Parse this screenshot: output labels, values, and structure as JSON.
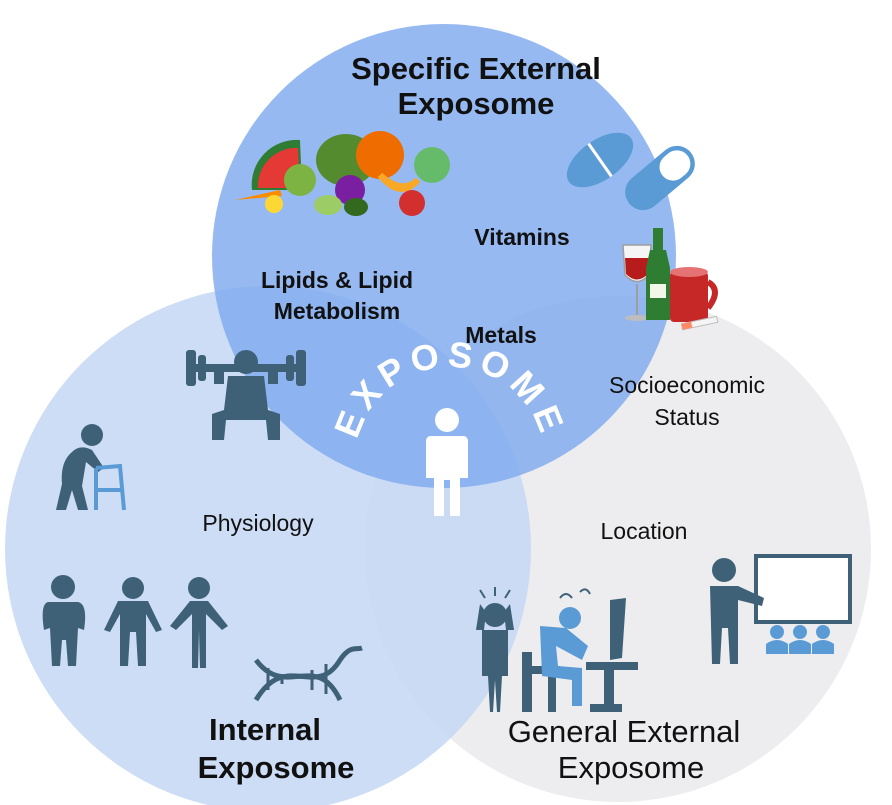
{
  "diagram": {
    "center_label": "EXPOSOME",
    "sets": [
      {
        "id": "specific",
        "title_lines": [
          "Specific External",
          "Exposome"
        ],
        "color": "#8fb5f3"
      },
      {
        "id": "internal",
        "title_lines": [
          "Internal",
          "Exposome"
        ],
        "color": "#c9daf4"
      },
      {
        "id": "general",
        "title_lines": [
          "General External",
          "Exposome"
        ],
        "color": "#ececee"
      }
    ],
    "labels": {
      "vitamins": "Vitamins",
      "lipids": [
        "Lipids & Lipid",
        "Metabolism"
      ],
      "metals": "Metals",
      "socioeconomic": [
        "Socioeconomic",
        "Status"
      ],
      "physiology": "Physiology",
      "location": "Location"
    },
    "icons": [
      "fruits-vegetables-icon",
      "pills-icon",
      "alcohol-coffee-cigarette-icon",
      "weightlifter-icon",
      "elderly-walker-icon",
      "body-types-icon",
      "dna-icon",
      "person-center-icon",
      "stressed-person-icon",
      "burnout-desk-icon",
      "teacher-classroom-icon"
    ],
    "colors": {
      "icon": "#3e6178",
      "icon_light": "#5b9bd5",
      "center_text": "#ffffff"
    }
  }
}
